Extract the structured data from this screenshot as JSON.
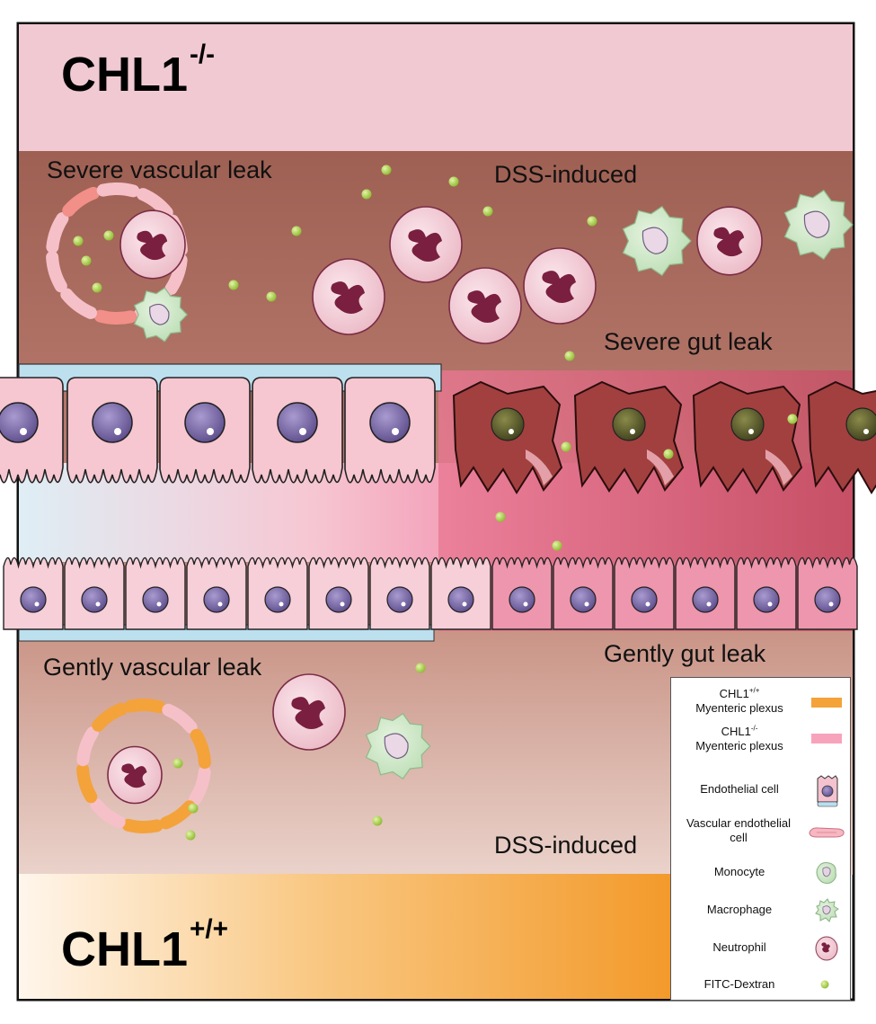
{
  "header": {
    "top_genotype": {
      "base": "CHL1",
      "sup": "-/-"
    },
    "bottom_genotype": {
      "base": "CHL1",
      "sup": "+/+"
    }
  },
  "labels": {
    "severe_vascular_leak": "Severe vascular leak",
    "dss_induced_top": "DSS-induced",
    "severe_gut_leak": "Severe gut leak",
    "gently_gut_leak": "Gently gut leak",
    "gently_vascular_leak": "Gently vascular leak",
    "dss_induced_bottom": "DSS-induced"
  },
  "legend": {
    "items": [
      {
        "line1": "CHL1",
        "sup": "+/+",
        "line2": "Myenteric plexus",
        "icon": "orange-bar-icon"
      },
      {
        "line1": "CHL1",
        "sup": "-/-",
        "line2": "Myenteric plexus",
        "icon": "pink-bar-icon"
      },
      {
        "line1": "Endothelial cell",
        "icon": "endothelial-cell-icon"
      },
      {
        "line1": "Vascular endothelial",
        "line2": "cell",
        "icon": "vascular-endothelial-cell-icon"
      },
      {
        "line1": "Monocyte",
        "icon": "monocyte-icon"
      },
      {
        "line1": "Macrophage",
        "icon": "macrophage-icon"
      },
      {
        "line1": "Neutrophil",
        "icon": "neutrophil-icon"
      },
      {
        "line1": "FITC-Dextran",
        "icon": "fitc-dextran-icon"
      }
    ]
  },
  "colors": {
    "top_band": "#f0c9d3",
    "tissue_top": "#a86a5c",
    "tissue_bottom": "#dcb3a8",
    "orange": "#f4a23a",
    "pink_plexus": "#f7a3bb",
    "nucleus": "#7d6aa8",
    "neutrophil_nucleus": "#7a1f3f",
    "fitc": "#a8cf45"
  }
}
